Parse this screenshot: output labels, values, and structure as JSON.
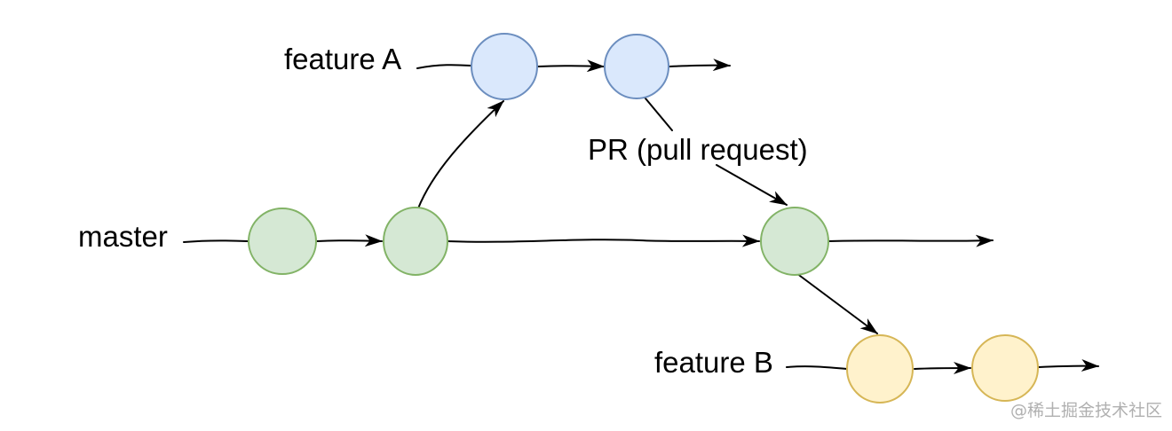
{
  "diagram": {
    "title_hint": "git branch workflow diagram",
    "labels": {
      "feature_a": "feature A",
      "master": "master",
      "pr": "PR (pull request)",
      "feature_b": "feature B"
    },
    "watermark": "@稀土掘金技术社区",
    "colors": {
      "background": "#ffffff",
      "line": "#000000",
      "text": "#000000",
      "watermark": "#b0b0b0",
      "feature_a_fill": "#dae8fc",
      "feature_a_stroke": "#6c8ebf",
      "master_fill": "#d5e8d4",
      "master_stroke": "#82b366",
      "feature_b_fill": "#fff2cc",
      "feature_b_stroke": "#d6b656"
    },
    "branches": [
      {
        "name": "master",
        "commit_count": 3,
        "node_color": "green"
      },
      {
        "name": "feature A",
        "commit_count": 2,
        "node_color": "blue"
      },
      {
        "name": "feature B",
        "commit_count": 2,
        "node_color": "yellow"
      }
    ],
    "relations": [
      "master commit 2 branches up to feature A commit 1",
      "feature A commit 2 merges via PR (pull request) into master commit 3",
      "master commit 3 branches down to feature B commit 1"
    ]
  }
}
